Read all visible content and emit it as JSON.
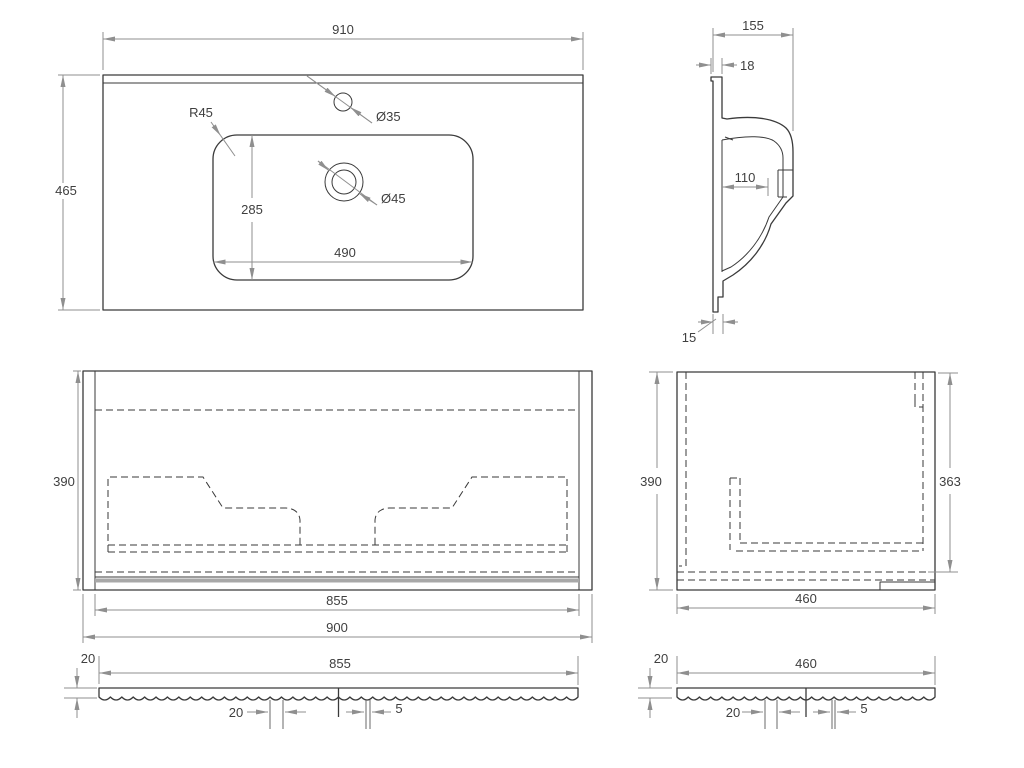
{
  "drawing": {
    "colors": {
      "background": "#ffffff",
      "outline": "#3a3a3a",
      "hidden_line": "#3a3a3a",
      "dimension_line": "#8f8f8f",
      "dimension_text": "#3f3f3f",
      "shadow_band": "#a8a8a8"
    },
    "views": {
      "basin_top": {
        "overall_width": "910",
        "overall_depth": "465",
        "corner_radius": "R45",
        "tap_hole_diameter": "Ø35",
        "drain_diameter": "Ø45",
        "bowl_depth": "285",
        "bowl_width": "490"
      },
      "basin_section": {
        "overall_depth": "155",
        "back_wall_thickness": "18",
        "bowl_inner_depth": "110",
        "foot_width": "15"
      },
      "cabinet_front": {
        "height": "390",
        "inner_width": "855",
        "overall_width": "900"
      },
      "cabinet_side": {
        "height": "390",
        "inner_height": "363",
        "depth": "460"
      },
      "front_panel": {
        "thickness": "20",
        "width": "855",
        "flute_pitch": "20",
        "flute_gap": "5"
      },
      "side_panel": {
        "thickness": "20",
        "width": "460",
        "flute_pitch": "20",
        "flute_gap": "5"
      }
    }
  }
}
